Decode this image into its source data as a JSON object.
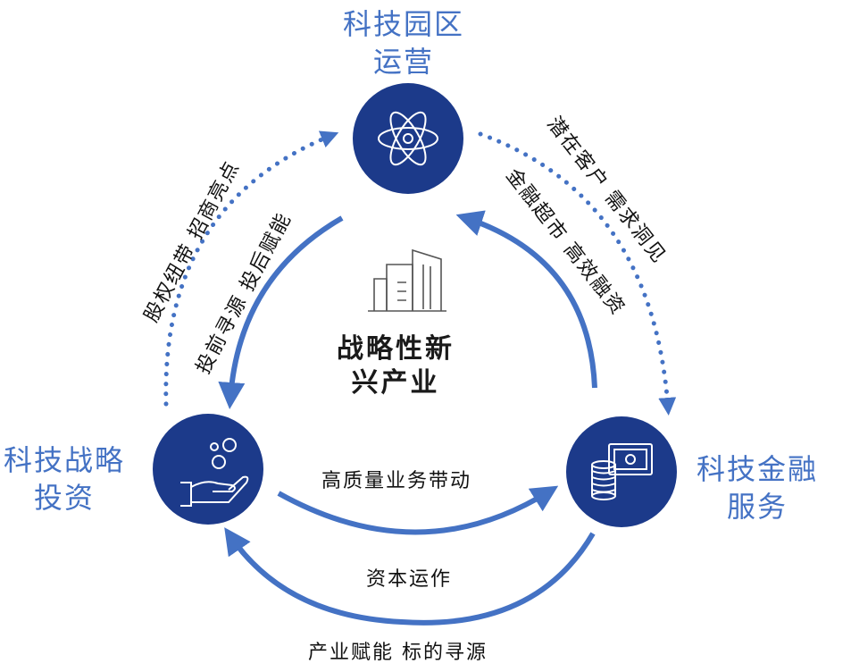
{
  "nodes": {
    "park": {
      "line1": "科技园区",
      "line2": "运营"
    },
    "investment": {
      "line1": "科技战略",
      "line2": "投资"
    },
    "finance": {
      "line1": "科技金融",
      "line2": "服务"
    }
  },
  "center": {
    "line1": "战略性新",
    "line2": "兴产业"
  },
  "captions": {
    "left_outer": "股权纽带 招商亮点",
    "left_inner": "投前寻源 投后赋能",
    "right_outer": "潜在客户 需求洞见",
    "right_inner": "金融超市 高效融资",
    "bottom_inner": "高质量业务带动",
    "bottom_middle": "资本运作",
    "bottom_outer": "产业赋能 标的寻源"
  },
  "colors": {
    "node_fill": "#1C3A8A",
    "arrow": "#4472C4",
    "label": "#4472C4"
  },
  "icons": {
    "park": "atom-icon",
    "investment": "hand-coins-icon",
    "finance": "money-coins-icon",
    "center": "buildings-icon"
  }
}
